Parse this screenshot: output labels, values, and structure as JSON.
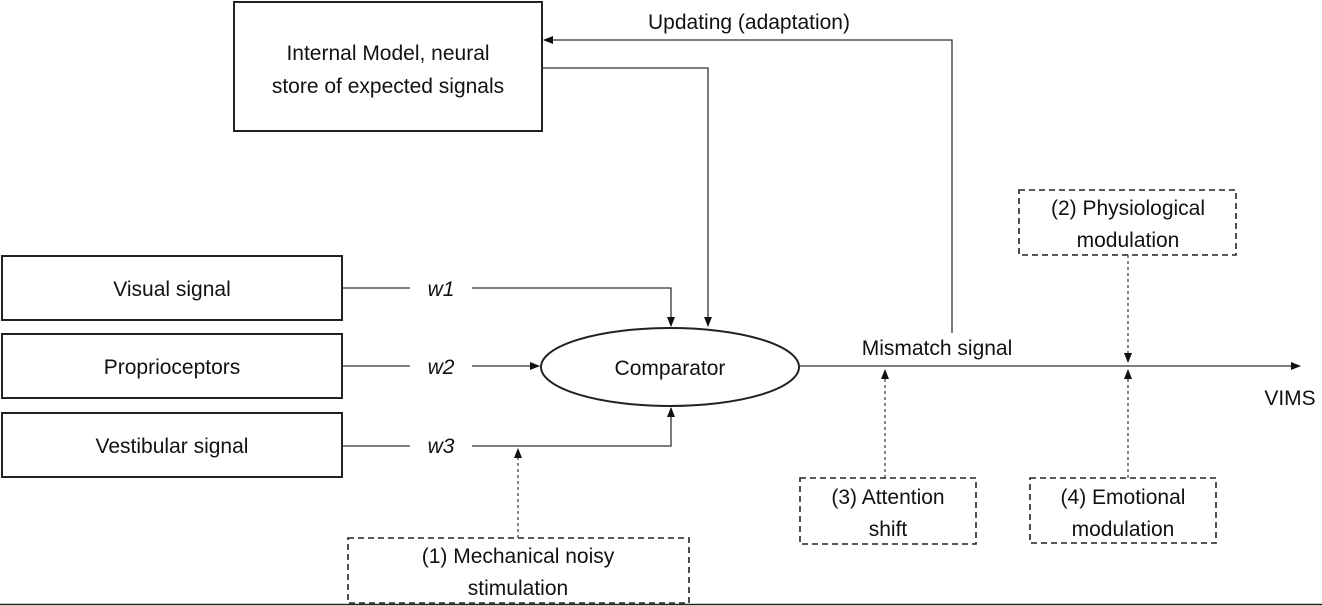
{
  "internal_model": {
    "line1": "Internal Model, neural",
    "line2": "store of expected signals"
  },
  "updating_label": "Updating (adaptation)",
  "inputs": [
    {
      "label": "Visual signal",
      "weight": "w1"
    },
    {
      "label": "Proprioceptors",
      "weight": "w2"
    },
    {
      "label": "Vestibular signal",
      "weight": "w3"
    }
  ],
  "comparator": "Comparator",
  "mismatch_label": "Mismatch signal",
  "output_label": "VIMS",
  "modulators": [
    {
      "line1": "(1) Mechanical noisy",
      "line2": "stimulation"
    },
    {
      "line1": "(2) Physiological",
      "line2": "modulation"
    },
    {
      "line1": "(3) Attention",
      "line2": "shift"
    },
    {
      "line1": "(4) Emotional",
      "line2": "modulation"
    }
  ]
}
